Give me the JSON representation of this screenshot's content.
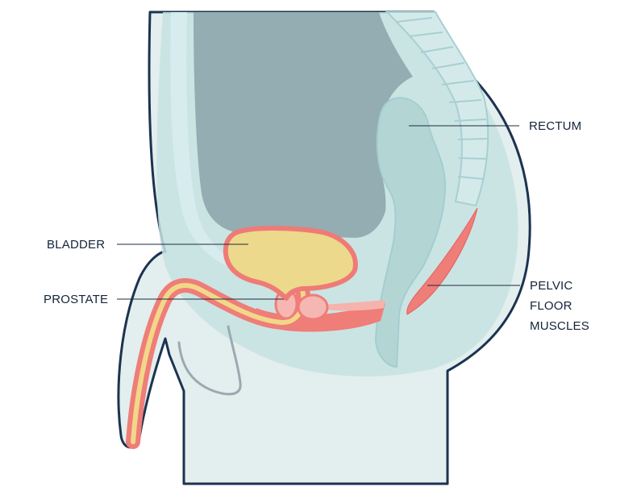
{
  "diagram": {
    "labels": {
      "rectum": "RECTUM",
      "bladder": "BLADDER",
      "prostate": "PROSTATE",
      "pelvic_floor_line1": "PELVIC",
      "pelvic_floor_line2": "FLOOR",
      "pelvic_floor_line3": "MUSCLES"
    },
    "colors": {
      "outline": "#1c3350",
      "body_fill": "#e3eeee",
      "pelvis_fill": "#c6e2e1",
      "cavity_fill": "#93adb3",
      "rectum_fill": "#b3d6d5",
      "spine_fill": "#d4eaea",
      "muscle_fill": "#ef7d78",
      "muscle_light": "#f6b3ad",
      "bladder_fill": "#ecd98b",
      "bladder_wall": "#ee7b76",
      "prostate_fill": "#f6b7b3",
      "urethra_fill": "#f1d889"
    }
  }
}
